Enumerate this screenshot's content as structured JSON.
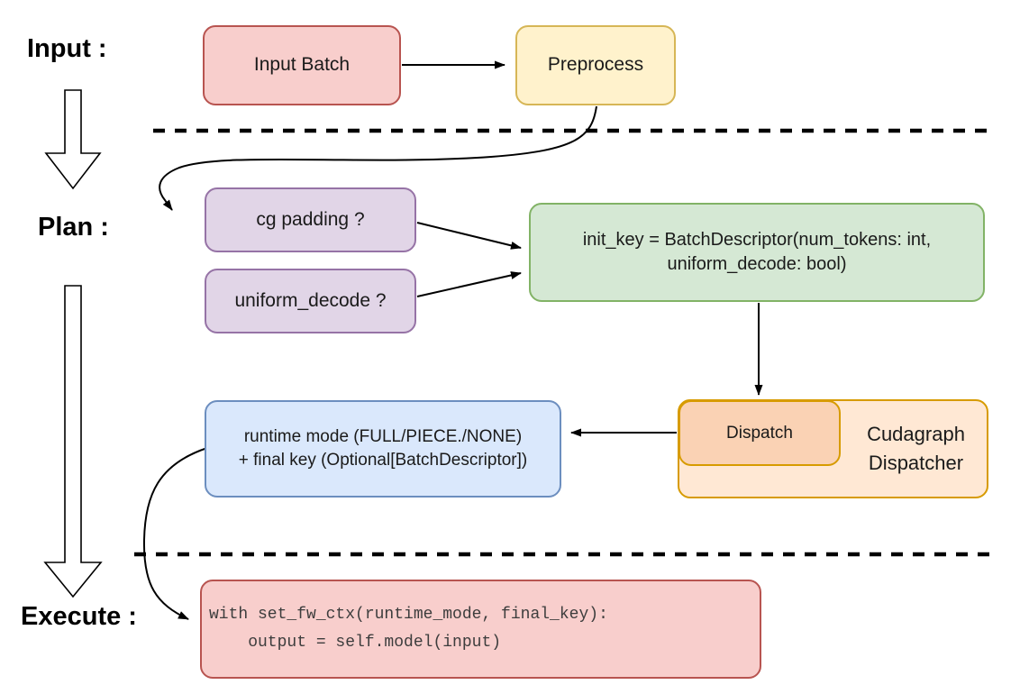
{
  "stage_labels": {
    "input": "Input :",
    "plan": "Plan :",
    "execute": "Execute :"
  },
  "nodes": {
    "input_batch": {
      "label": "Input Batch"
    },
    "preprocess": {
      "label": "Preprocess"
    },
    "cg_padding": {
      "label": "cg padding ?"
    },
    "uniform_decode": {
      "label": "uniform_decode ?"
    },
    "init_key": {
      "line1": "init_key = BatchDescriptor(num_tokens: int,",
      "line2": "uniform_decode: bool)"
    },
    "dispatch": {
      "label": "Dispatch"
    },
    "cudagraph_dispatcher": {
      "line1": "Cudagraph",
      "line2": "Dispatcher"
    },
    "runtime_key": {
      "line1": "runtime mode (FULL/PIECE./NONE)",
      "line2": "+ final key (Optional[BatchDescriptor])"
    },
    "execute_code": {
      "line1": "with set_fw_ctx(runtime_mode, final_key):",
      "line2": "    output = self.model(input)"
    }
  },
  "colors": {
    "red_fill": "#f8cecc",
    "red_stroke": "#b85450",
    "yellow_fill": "#fff2cc",
    "yellow_stroke": "#d6b656",
    "purple_fill": "#e1d5e7",
    "purple_stroke": "#9673a6",
    "green_fill": "#d5e8d4",
    "green_stroke": "#82b366",
    "blue_fill": "#dae8fc",
    "blue_stroke": "#6c8ebf",
    "orange_outer_fill": "#ffe8d4",
    "orange_inner_fill": "#fad2b4",
    "orange_stroke": "#d79b00",
    "connector": "#000000",
    "background": "#ffffff"
  }
}
